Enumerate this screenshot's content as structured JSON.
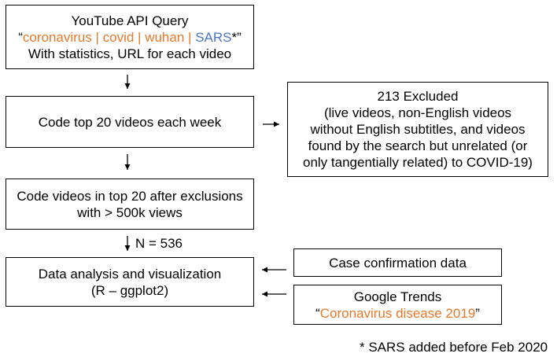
{
  "boxes": {
    "query": {
      "title": "YouTube API Query",
      "terms_open": "“",
      "term_coronavirus": "coronavirus",
      "sep1": " | ",
      "term_covid": "covid",
      "sep2": " | ",
      "term_wuhan": "wuhan",
      "sep3": " | ",
      "term_sars": "SARS",
      "terms_close": "*”",
      "subtitle": "With statistics, URL for each video"
    },
    "code_top20": {
      "label": "Code top 20 videos each week"
    },
    "excluded": {
      "title": "213 Excluded",
      "lines": [
        "(live videos, non-English videos",
        "without English subtitles, and videos",
        "found by the search but unrelated (or",
        "only tangentially related) to COVID-19)"
      ]
    },
    "code_after": {
      "lines": [
        "Code videos in top 20 after exclusions",
        "with > 500k views"
      ]
    },
    "analysis": {
      "lines": [
        "Data analysis and visualization",
        "(R – ggplot2)"
      ]
    },
    "case_data": {
      "label": "Case confirmation data"
    },
    "google_trends": {
      "title": "Google Trends",
      "quote_open": "“",
      "term": "Coronavirus disease 2019",
      "quote_close": "”"
    }
  },
  "n_label": "N = 536",
  "footnote": "* SARS added before Feb 2020",
  "colors": {
    "orange": "#E8782A",
    "blue": "#4A74C4",
    "border": "#000000"
  }
}
